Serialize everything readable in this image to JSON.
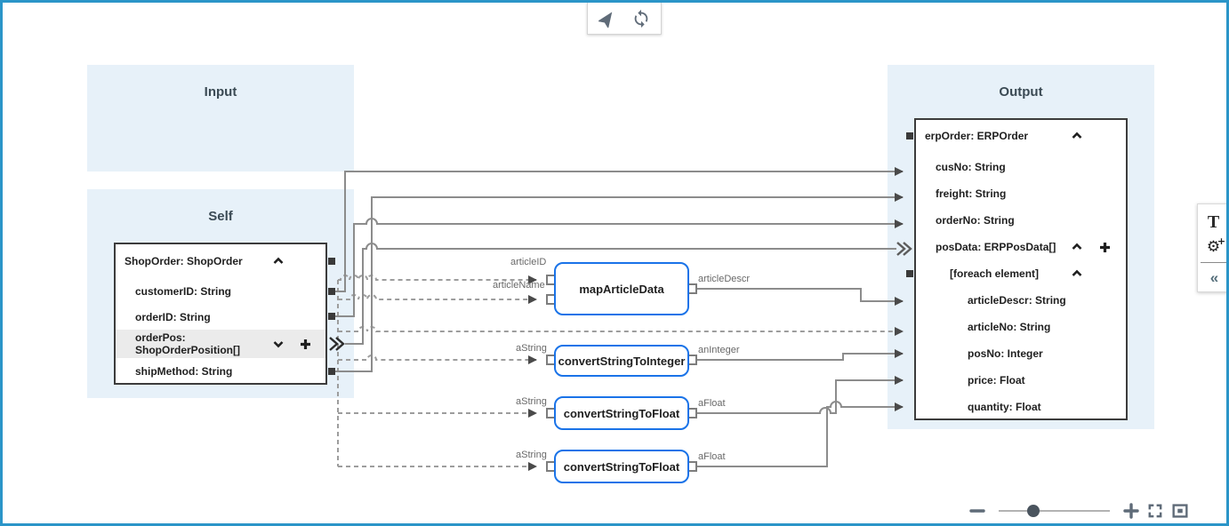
{
  "top_toolbar": {
    "icons": [
      "navigate-icon",
      "refresh-icon"
    ]
  },
  "panels": {
    "input": {
      "title": "Input"
    },
    "self": {
      "title": "Self",
      "tree": {
        "rows": [
          {
            "label": "ShopOrder: ShopOrder",
            "state": "expanded"
          },
          {
            "label": "customerID: String"
          },
          {
            "label": "orderID: String"
          },
          {
            "label": "orderPos: ShopOrderPosition[]",
            "state": "collapsed",
            "selected": true,
            "has_add": true
          },
          {
            "label": "shipMethod: String"
          }
        ]
      }
    },
    "output": {
      "title": "Output",
      "tree": {
        "rows": [
          {
            "label": "erpOrder: ERPOrder",
            "state": "expanded"
          },
          {
            "label": "cusNo: String"
          },
          {
            "label": "freight: String"
          },
          {
            "label": "orderNo: String"
          },
          {
            "label": "posData: ERPPosData[]",
            "state": "expanded",
            "has_add": true
          },
          {
            "label": "[foreach element]",
            "state": "expanded"
          },
          {
            "label": "articleDescr: String"
          },
          {
            "label": "articleNo: String"
          },
          {
            "label": "posNo: Integer"
          },
          {
            "label": "price: Float"
          },
          {
            "label": "quantity: Float"
          }
        ]
      }
    }
  },
  "functions": [
    {
      "name": "mapArticleData",
      "inputs": [
        "articleID",
        "articleName"
      ],
      "output": "articleDescr"
    },
    {
      "name": "convertStringToInteger",
      "inputs": [
        "aString"
      ],
      "output": "anInteger"
    },
    {
      "name": "convertStringToFloat",
      "inputs": [
        "aString"
      ],
      "output": "aFloat"
    },
    {
      "name": "convertStringToFloat",
      "inputs": [
        "aString"
      ],
      "output": "aFloat"
    }
  ],
  "side_rail": {
    "icons": [
      "text-tool-icon",
      "custom-function-icon",
      "collapse-rail-icon"
    ],
    "text_tool_glyph": "T",
    "gear_glyph": "⚙",
    "gear_plus": "+",
    "collapse_glyph": "«"
  },
  "zoom_controls": {
    "icons": [
      "zoom-out-icon",
      "zoom-in-icon",
      "fullscreen-icon",
      "fit-view-icon"
    ],
    "slider_position_pct": 30
  },
  "colors": {
    "frame_blue": "#2b95c8",
    "panel_blue": "#e7f1f9",
    "function_border": "#1a73e8",
    "tree_border": "#3c3c3c",
    "wire_gray": "#8c8c8c",
    "icon_slate": "#5f6b78"
  }
}
